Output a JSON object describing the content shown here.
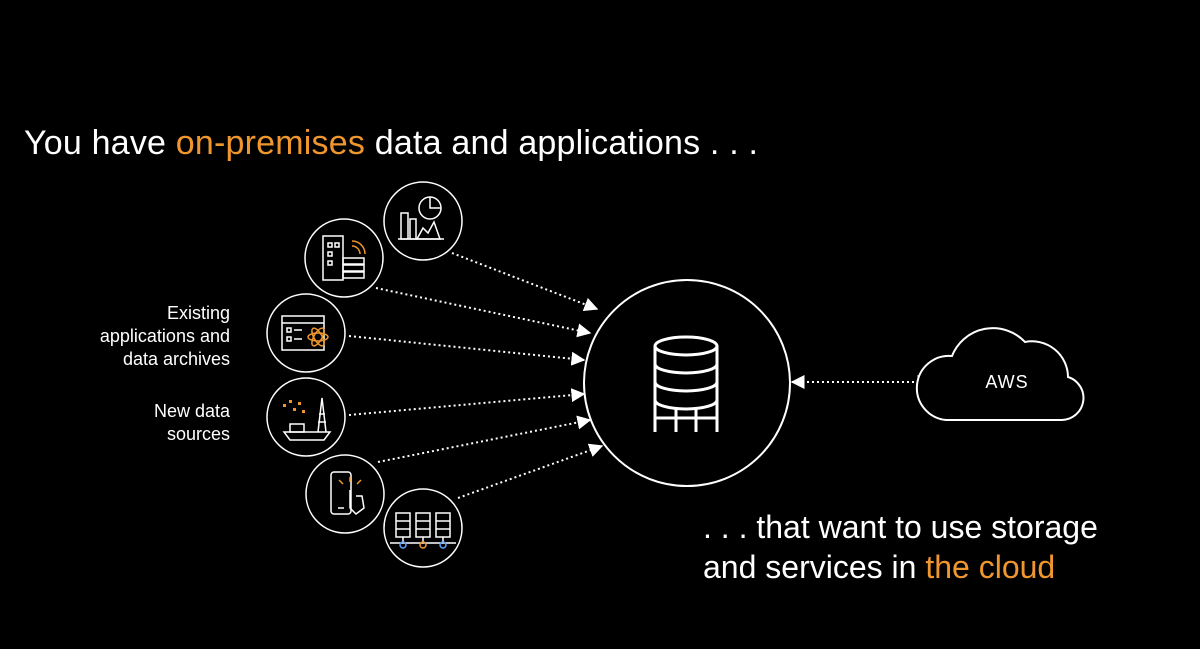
{
  "headline": {
    "prefix": "You have ",
    "highlight": "on-premises",
    "suffix": " data and applications . . ."
  },
  "labels": {
    "existing": [
      "Existing",
      "applications and",
      "data archives"
    ],
    "new_sources": [
      "New data",
      "sources"
    ]
  },
  "cloud_label": "AWS",
  "cta": {
    "line1": ". . . that want to use storage",
    "line2_prefix": "and services in ",
    "line2_highlight": "the cloud"
  },
  "icons": [
    "analytics-chart-icon",
    "building-server-icon",
    "application-window-icon",
    "iot-ship-rig-icon",
    "mobile-touch-icon",
    "server-rack-icon",
    "database-icon",
    "cloud-icon"
  ],
  "colors": {
    "background": "#000000",
    "text": "#ffffff",
    "accent": "#f0962e"
  }
}
